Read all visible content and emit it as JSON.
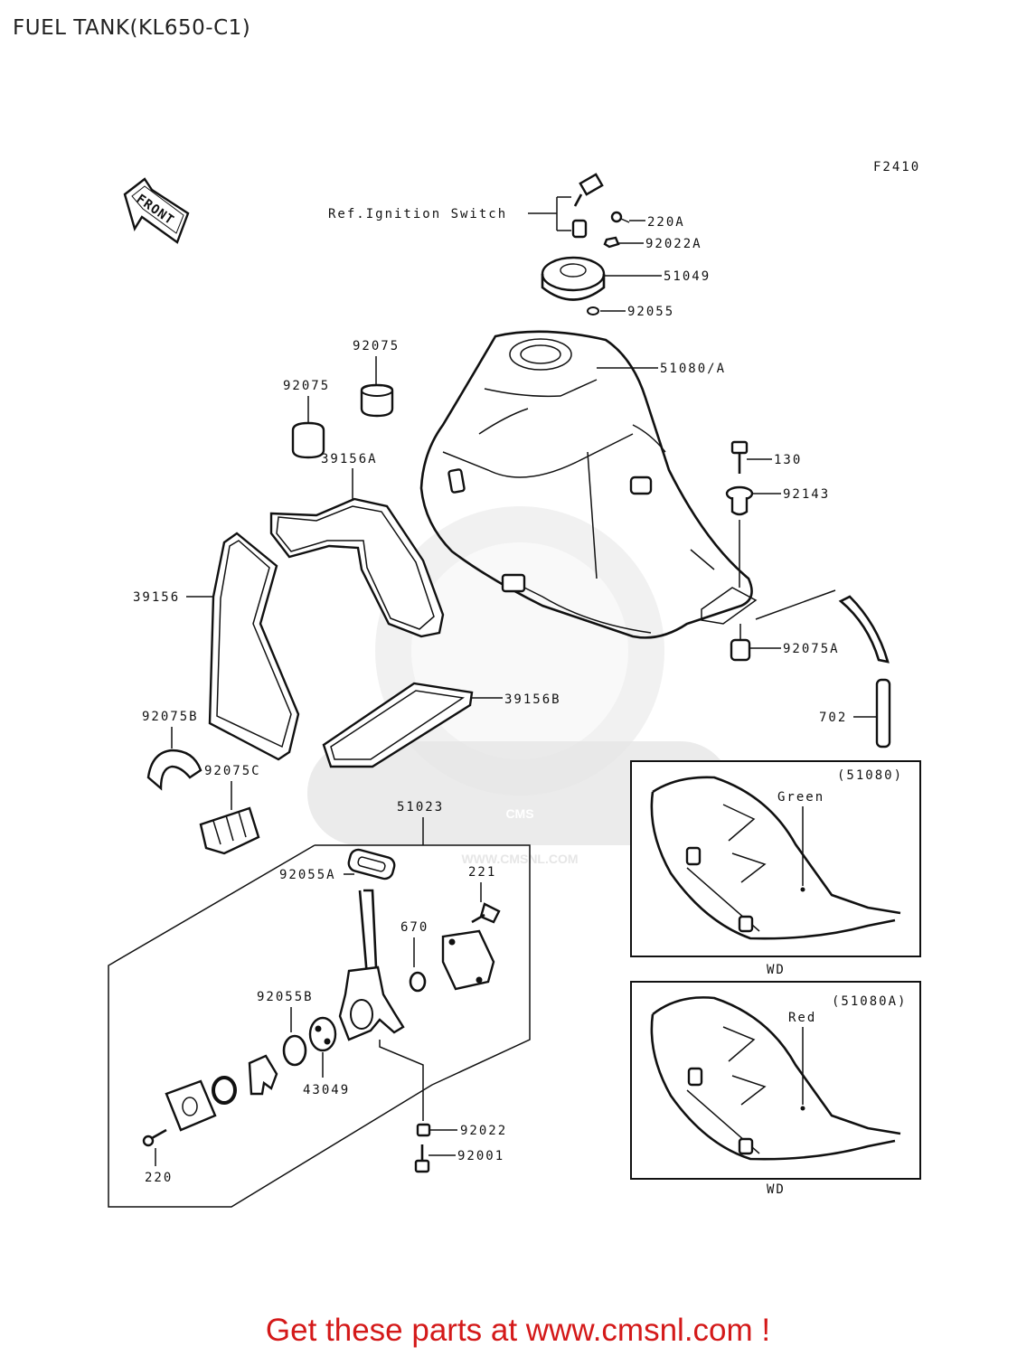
{
  "header": {
    "title": "FUEL TANK(KL650-C1)"
  },
  "figure_code": "F2410",
  "front_arrow_label": "FRONT",
  "ref_note": "Ref.Ignition Switch",
  "callouts": {
    "p220A": "220A",
    "p92022A": "92022A",
    "p51049": "51049",
    "p92055": "92055",
    "p92075_top": "92075",
    "p92075_left": "92075",
    "p51080A": "51080/A",
    "p39156A": "39156A",
    "p130": "130",
    "p92143": "92143",
    "p39156": "39156",
    "p92075A": "92075A",
    "p39156B": "39156B",
    "p702": "702",
    "p92075B": "92075B",
    "p92075C": "92075C",
    "p51023": "51023",
    "p92055A": "92055A",
    "p221": "221",
    "p670": "670",
    "p92055B": "92055B",
    "p43049": "43049",
    "p92022": "92022",
    "p92001": "92001",
    "p220": "220"
  },
  "insets": [
    {
      "part": "(51080)",
      "color_label": "Green",
      "caption": "WD"
    },
    {
      "part": "(51080A)",
      "color_label": "Red",
      "caption": "WD"
    }
  ],
  "watermark": {
    "brand": "CMS",
    "url": "WWW.CMSNL.COM"
  },
  "footer": {
    "banner": "Get these parts at www.cmsnl.com !"
  },
  "colors": {
    "banner_red": "#d41919",
    "line": "#111111",
    "watermark": "#e6e6e6"
  }
}
